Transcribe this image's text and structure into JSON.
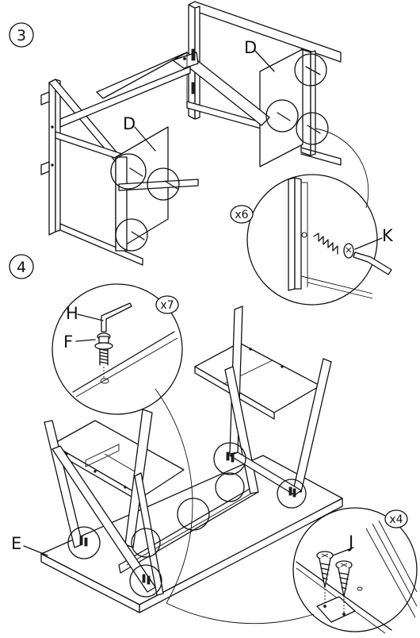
{
  "steps": [
    {
      "number": "3",
      "label": "3"
    },
    {
      "number": "4",
      "label": "4"
    }
  ],
  "parts": {
    "panel_left": "D",
    "panel_right": "D",
    "screw": "K",
    "allen_key": "H",
    "bolt": "F",
    "tabletop": "E",
    "wood_screw": "J"
  },
  "quantities": {
    "screw_k": "x6",
    "bolt_f": "x7",
    "screw_j": "x4"
  }
}
